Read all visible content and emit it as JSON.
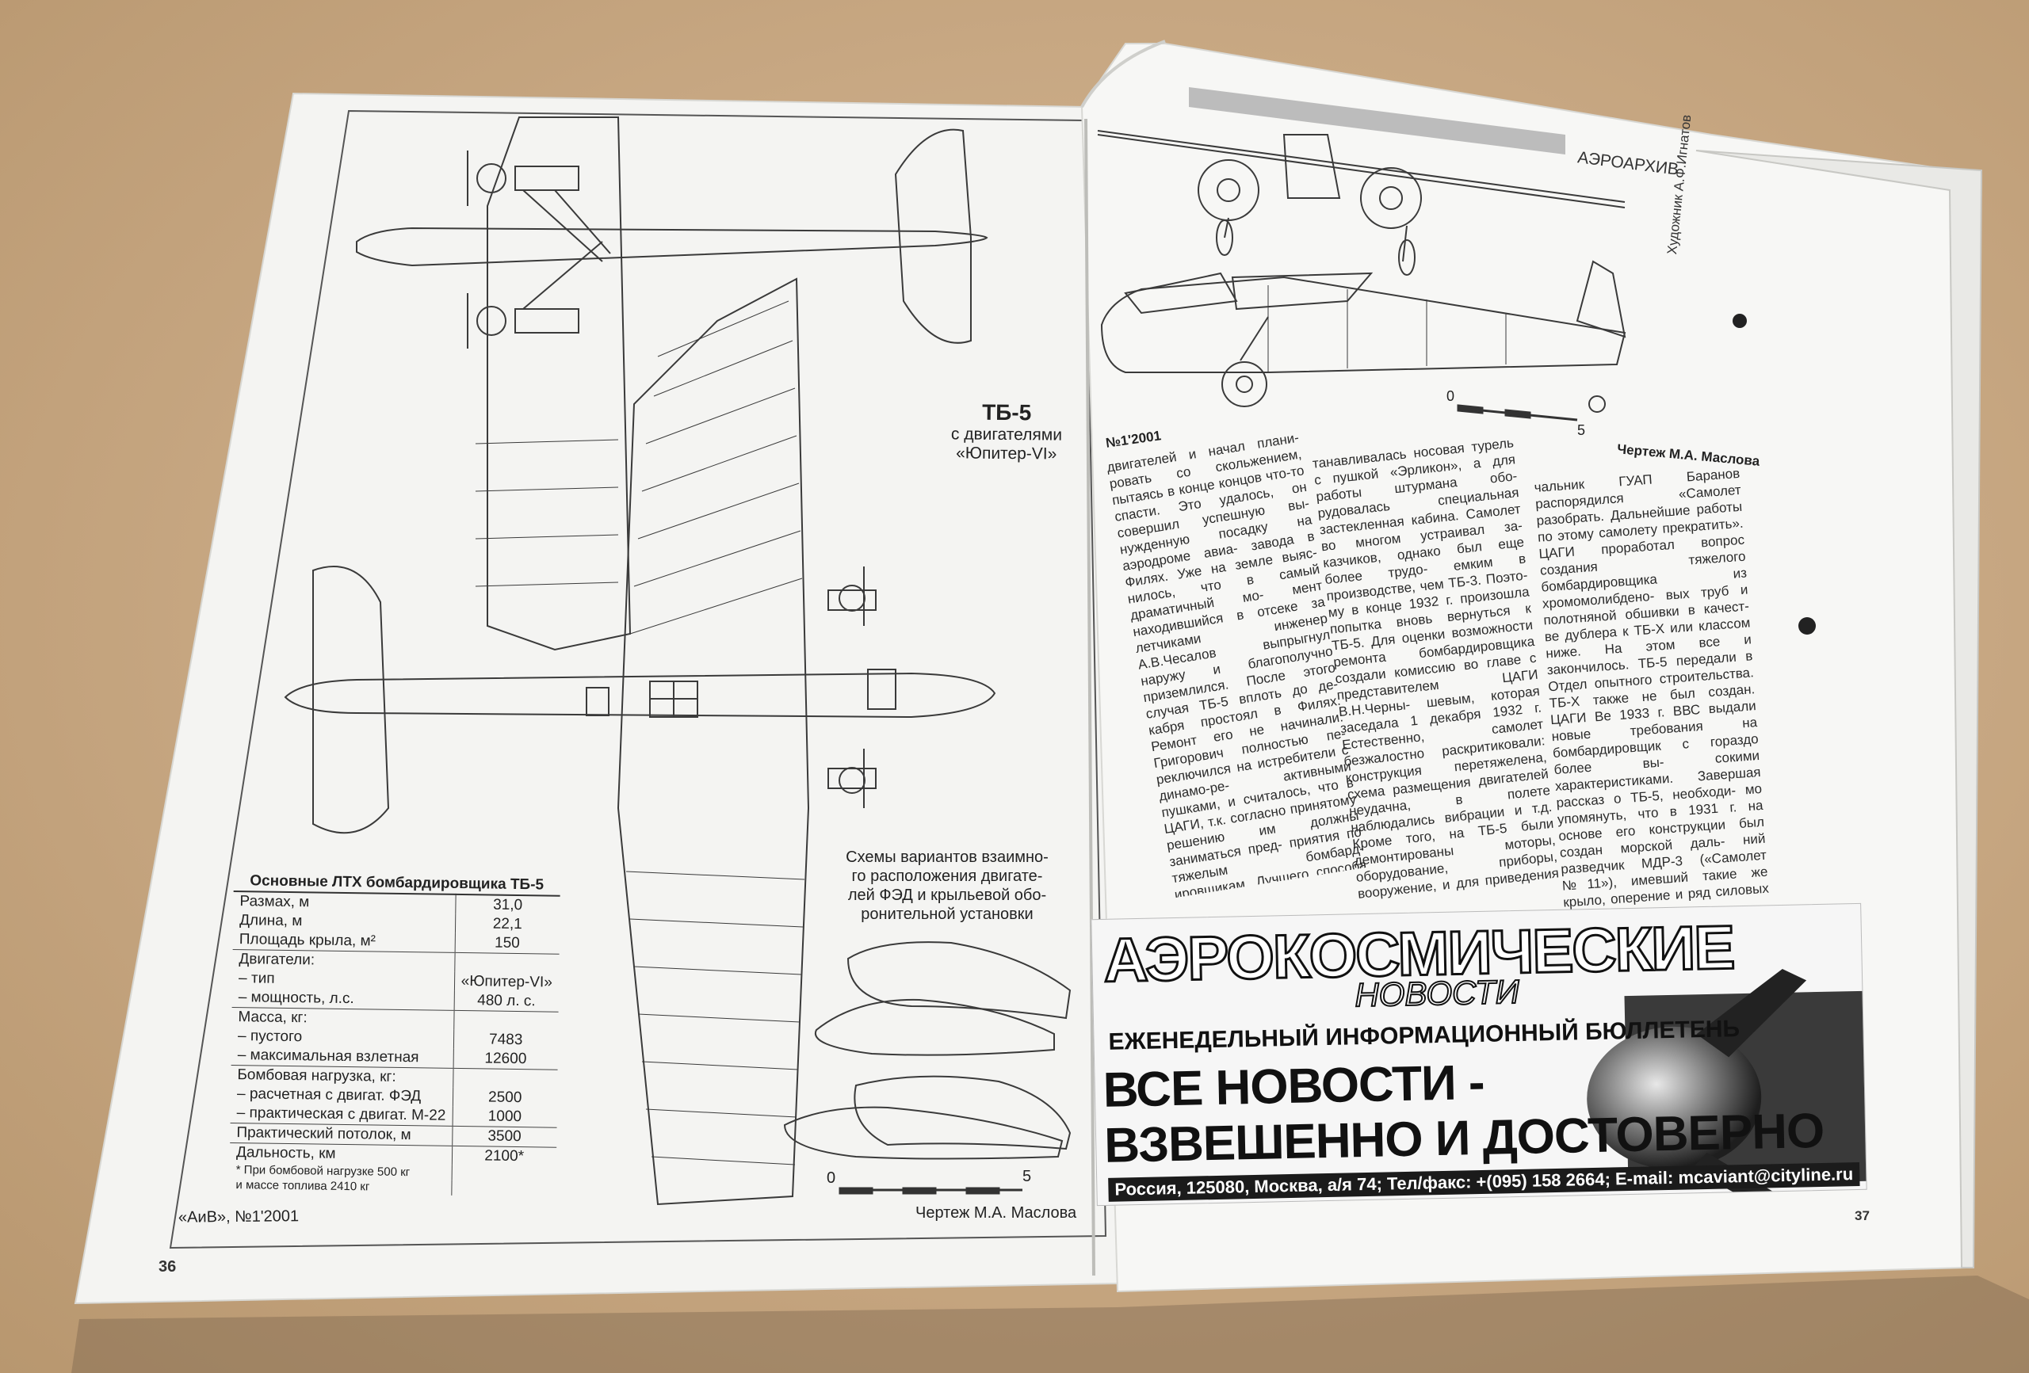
{
  "left_page": {
    "aircraft_title": "ТБ-5",
    "aircraft_subtitle_1": "с двигателями",
    "aircraft_subtitle_2": "«Юпитер-VI»",
    "variants_caption_1": "Схемы вариантов взаимно-",
    "variants_caption_2": "го расположения двигате-",
    "variants_caption_3": "лей ФЭД и крыльевой обо-",
    "variants_caption_4": "ронительной установки",
    "scale_start": "0",
    "scale_end": "5",
    "footer_issue": "«АиВ», №1'2001",
    "footer_credit": "Чертеж М.А. Маслова",
    "page_number": "36",
    "spec_table": {
      "title": "Основные ЛТХ бомбардировщика ТБ-5",
      "rows": [
        {
          "label": "Размах, м",
          "value": "31,0"
        },
        {
          "label": "Длина, м",
          "value": "22,1"
        },
        {
          "label": "Площадь крыла, м²",
          "value": "150"
        },
        {
          "label": "Двигатели:",
          "value": ""
        },
        {
          "label": "– тип",
          "value": "«Юпитер-VI»"
        },
        {
          "label": "– мощность, л.с.",
          "value": "480 л. с."
        },
        {
          "label": "Масса, кг:",
          "value": ""
        },
        {
          "label": "– пустого",
          "value": "7483"
        },
        {
          "label": "– максимальная взлетная",
          "value": "12600"
        },
        {
          "label": "Бомбовая нагрузка, кг:",
          "value": ""
        },
        {
          "label": "– расчетная с двигат. ФЭД",
          "value": "2500"
        },
        {
          "label": "– практическая с двигат. М-22",
          "value": "1000"
        },
        {
          "label": "Практический потолок, м",
          "value": "3500"
        },
        {
          "label": "Дальность, км",
          "value": "2100*"
        }
      ],
      "footnote_1": "* При бомбовой нагрузке 500 кг",
      "footnote_2": "и массе топлива 2410 кг"
    }
  },
  "right_page": {
    "section_label": "АЭРОАРХИВ",
    "side_credit": "Художник А.Ф.Игнатов",
    "drawing_credit": "Чертеж М.А. Маслова",
    "scale_start": "0",
    "scale_end": "5",
    "header_issue": "№1'2001",
    "page_number": "37",
    "col1": "двигателей и начал плани- ровать со скольжением, пытаясь в конце концов что-то спасти. Это удалось, он совершил успешную вы- нужденную посадку на аэродроме авиа- завода в Филях. Уже на земле выяс- нилось, что в самый драматичный мо- мент находившийся в отсеке за летчиками инженер А.В.Чесалов выпрыгнул наружу и благополучно приземлился. После этого случая ТБ-5 вплоть до де- кабря простоял в Филях. Ремонт его не начинали: Григорович полностью пе- реключился на истребители с динамо-ре- активными пушками, и считалось, что в ЦАГИ, т.к. согласно принятому решению им должны заниматься пред- приятия по тяжелым бомбард- ировщикам. Лучшего способа уничтоже- ния придумать было нельзя. В 1931 г. практически од- новременно с ТБ-5 начал летать пасса- жирский самолет АНТ-14. Этот пятимотор- ный самолет, созданный ЦАГИ всего за год, был рассчитан и для во- енных целей. ВВС нравится схема высо- коплана с вместительным фюзеляжем?",
    "col2": "танавливалась носовая турель с пушкой «Эрликон», а для работы штурмана обо- рудовалась специальная застекленная кабина. Самолет во многом устраивал за- казчиков, однако был еще более трудо- емким в производстве, чем ТБ-3. Поэто- му в конце 1932 г. произошла попытка вновь вернуться к ТБ-5. Для оценки возможности ремонта бомбардировщика создали комиссию во главе с представителем ЦАГИ В.Н.Черны- шевым, которая заседала 1 декабря 1932 г. Естественно, самолет безжалостно раскритиковали: конструкция перетяжелена, схема размещения двигателей неудачна, в полете наблюдались вибрации и т.д. Кроме того, на ТБ-5 были демонтированы моторы, оборудование, приборы, вооружение, и для приведения машины в лет- ное состояние требовалось 75-100 тыс. руб. По оценке комиссии разумно было самолет переделать, разместив двигате- ли в крыле (какие – не называлось, но, очевидно, те же «Юпитеры»). Скорость при этом возрастала до 190-200 км/ч, по- толок до 4000 м, но увеличивалась до 200 тыс. руб. и стоимость переделок. И все же такой вариант модернизации приняли, а сам ТБ-5 предложили вернуть изготови- телям на завод №39. Однако позднее, на совещании в Управлении ВВС признава- лось, что ТБ-5 и после столь существен- ных доработок не удовлетворяет желае- мым требованиям. В феврале 1933 г. на-",
    "col3": "чальник ГУАП Баранов распорядился «Самолет разобрать. Дальнейшие работы по этому самолету прекратить». ЦАГИ проработал вопрос создания тяжелого бомбардировщика из хромомолибдено- вых труб и полотняной обшивки в качест- ве дублера к ТБ-Х или классом ниже. На этом все и закончилось. ТБ-5 передали в Отдел опытного строительства. ТБ-Х также не был создан. ЦАГИ Ве 1933 г. ВВС выдали новые требования на бомбардировщик с гораздо более вы- сокими характеристиками. Завершая рассказ о ТБ-5, необходи- мо упомянуть, что в 1931 г. на основе его конструкции был создан морской даль- ний разведчик МДР-3 («Самолет №11»), имевший такие же крыло, оперение и ряд силовых элементов. Развитие, так же, как и ТБ-5, этот гидросамолет не получил. А что же «Фарманы»? Оказывается, схема, упоминаемая в начале статьи, прекрасно просуществовала вплоть до начала второй мировой войны. Несколько самолетов, подобных ТБ-5, приняли участие в боевых действиях. Наиболее отличился специально построенный для дальних пассажирских перевозок НС-223-4, имевший собственное имя «Жюль Верн». Мобилизованный на воен- ную службу, этот корабль в 1940 г. первым среди союзнических самолетов произвел ночную бомбардировку Берлина."
  },
  "advert": {
    "title": "АЭРОКОСМИЧЕСКИЕ",
    "subtitle": "НОВОСТИ",
    "tagline": "ЕЖЕНЕДЕЛЬНЫЙ ИНФОРМАЦИОННЫЙ БЮЛЛЕТЕНЬ",
    "slogan_1": "ВСЕ НОВОСТИ -",
    "slogan_2": "ВЗВЕШЕННО И ДОСТОВЕРНО",
    "contact": "Россия, 125080, Москва, а/я 74; Тел/факс: +(095) 158 2664; E-mail: mcaviant@cityline.ru"
  }
}
